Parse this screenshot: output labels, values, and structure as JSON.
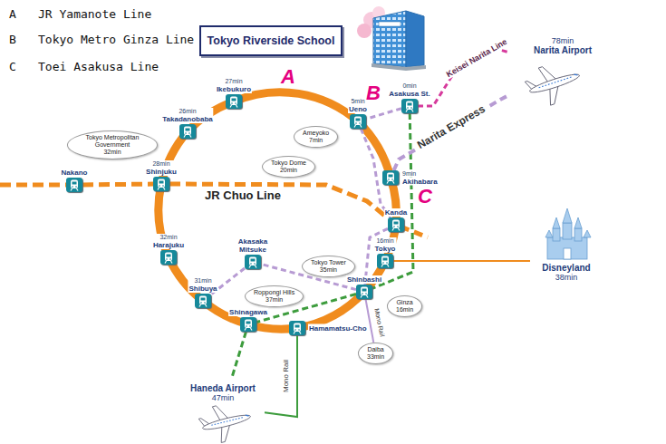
{
  "diagram": {
    "nodes": [
      {
        "text": [
          "Tokyo Riverside School"
        ]
      },
      {
        "text": [
          "78min",
          "Narita Airport"
        ]
      },
      {
        "text": [
          "27min",
          "Ikebukuro"
        ]
      },
      {
        "text": [
          "5min",
          "Ueno"
        ]
      },
      {
        "text": [
          "0min",
          "Asakusa St."
        ]
      },
      {
        "text": [
          "26min",
          "Takadanobaba"
        ]
      },
      {
        "text": [
          "Tokyo Metropolitan Government",
          "32min"
        ]
      },
      {
        "text": [
          "Ameyoko",
          "7min"
        ]
      },
      {
        "text": [
          "Nakano"
        ]
      },
      {
        "text": [
          "28min",
          "Shinjuku"
        ]
      },
      {
        "text": [
          "Tokyo Dome",
          "20min"
        ]
      },
      {
        "text": [
          "9min",
          "Akihabara"
        ]
      },
      {
        "text": [
          "Kanda"
        ]
      },
      {
        "text": [
          "Disneyland",
          "38min"
        ]
      },
      {
        "text": [
          "16min",
          "Tokyo"
        ]
      },
      {
        "text": [
          "32min",
          "Harajuku"
        ]
      },
      {
        "text": [
          "Akasaka Mitsuke"
        ]
      },
      {
        "text": [
          "Tokyo Tower",
          "35min"
        ]
      },
      {
        "text": [
          "31min",
          "Shibuya"
        ]
      },
      {
        "text": [
          "Roppongi Hills",
          "37min"
        ]
      },
      {
        "text": [
          "Shinbashi"
        ]
      },
      {
        "text": [
          "Ginza",
          "16min"
        ]
      },
      {
        "text": [
          "Shinagawa"
        ]
      },
      {
        "text": [
          "Hamamatsu-Cho"
        ]
      },
      {
        "text": [
          "Daiba",
          "33min"
        ]
      },
      {
        "text": [
          "Haneda Airport",
          "47min"
        ]
      }
    ],
    "edges": [
      {
        "from": 2,
        "to": 3,
        "arrow": "none"
      },
      {
        "from": 3,
        "to": 11,
        "arrow": "none"
      },
      {
        "from": 11,
        "to": 12,
        "arrow": "none"
      },
      {
        "from": 12,
        "to": 14,
        "arrow": "none"
      },
      {
        "from": 14,
        "to": 20,
        "arrow": "none"
      },
      {
        "from": 20,
        "to": 23,
        "arrow": "none"
      },
      {
        "from": 23,
        "to": 22,
        "arrow": "none"
      },
      {
        "from": 22,
        "to": 18,
        "arrow": "none"
      },
      {
        "from": 18,
        "to": 15,
        "arrow": "none"
      },
      {
        "from": 15,
        "to": 9,
        "arrow": "none"
      },
      {
        "from": 9,
        "to": 5,
        "arrow": "none"
      },
      {
        "from": 5,
        "to": 2,
        "arrow": "none"
      },
      {
        "from": 8,
        "to": 9,
        "arrow": "none"
      },
      {
        "from": 9,
        "to": 12,
        "label": "JR Chuo Line",
        "arrow": "none"
      },
      {
        "from": 4,
        "to": 3,
        "arrow": "none"
      },
      {
        "from": 3,
        "to": 12,
        "arrow": "none"
      },
      {
        "from": 12,
        "to": 20,
        "arrow": "none"
      },
      {
        "from": 20,
        "to": 16,
        "arrow": "none"
      },
      {
        "from": 16,
        "to": 18,
        "arrow": "none"
      },
      {
        "from": 4,
        "to": 20,
        "arrow": "none"
      },
      {
        "from": 20,
        "to": 22,
        "arrow": "none"
      },
      {
        "from": 22,
        "to": 25,
        "arrow": "none"
      },
      {
        "from": 23,
        "to": 25,
        "label": "Mono Rail",
        "arrow": "none"
      },
      {
        "from": 11,
        "to": 1,
        "label": "Narita Express",
        "arrow": "none"
      },
      {
        "from": 4,
        "to": 1,
        "label": "Keisei Narita Line",
        "arrow": "none"
      },
      {
        "from": 14,
        "to": 13,
        "arrow": "none"
      },
      {
        "from": 20,
        "to": 24,
        "label": "Mono Rail",
        "arrow": "none"
      }
    ],
    "labels": [
      "A",
      "JR Yamanote Line",
      "B",
      "Tokyo Metro Ginza Line",
      "C",
      "Toei Asakusa Line",
      "A",
      "B",
      "C"
    ]
  }
}
